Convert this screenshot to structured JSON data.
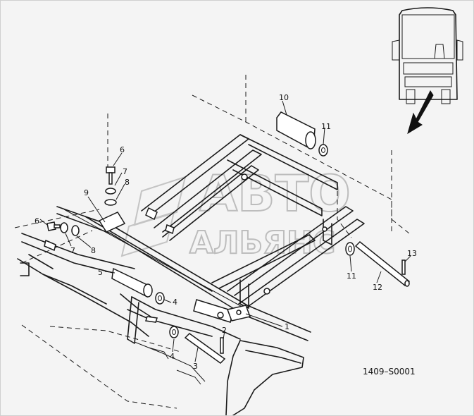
{
  "callouts": [
    {
      "id": "c10",
      "text": "10"
    },
    {
      "id": "c11a",
      "text": "11"
    },
    {
      "id": "c6a",
      "text": "6"
    },
    {
      "id": "c7a",
      "text": "7"
    },
    {
      "id": "c8a",
      "text": "8"
    },
    {
      "id": "c9",
      "text": "9"
    },
    {
      "id": "c6b",
      "text": "6"
    },
    {
      "id": "c7b",
      "text": "7"
    },
    {
      "id": "c8b",
      "text": "8"
    },
    {
      "id": "c5",
      "text": "5"
    },
    {
      "id": "c4a",
      "text": "4"
    },
    {
      "id": "c4b",
      "text": "4"
    },
    {
      "id": "c3",
      "text": "3"
    },
    {
      "id": "c2",
      "text": "2"
    },
    {
      "id": "c1",
      "text": "1"
    },
    {
      "id": "c11b",
      "text": "11"
    },
    {
      "id": "c12",
      "text": "12"
    },
    {
      "id": "c13",
      "text": "13"
    }
  ],
  "diagram_code": "1409–S0001",
  "watermark": {
    "line1": "АВТО",
    "line2": "АЛЬЯНС"
  }
}
